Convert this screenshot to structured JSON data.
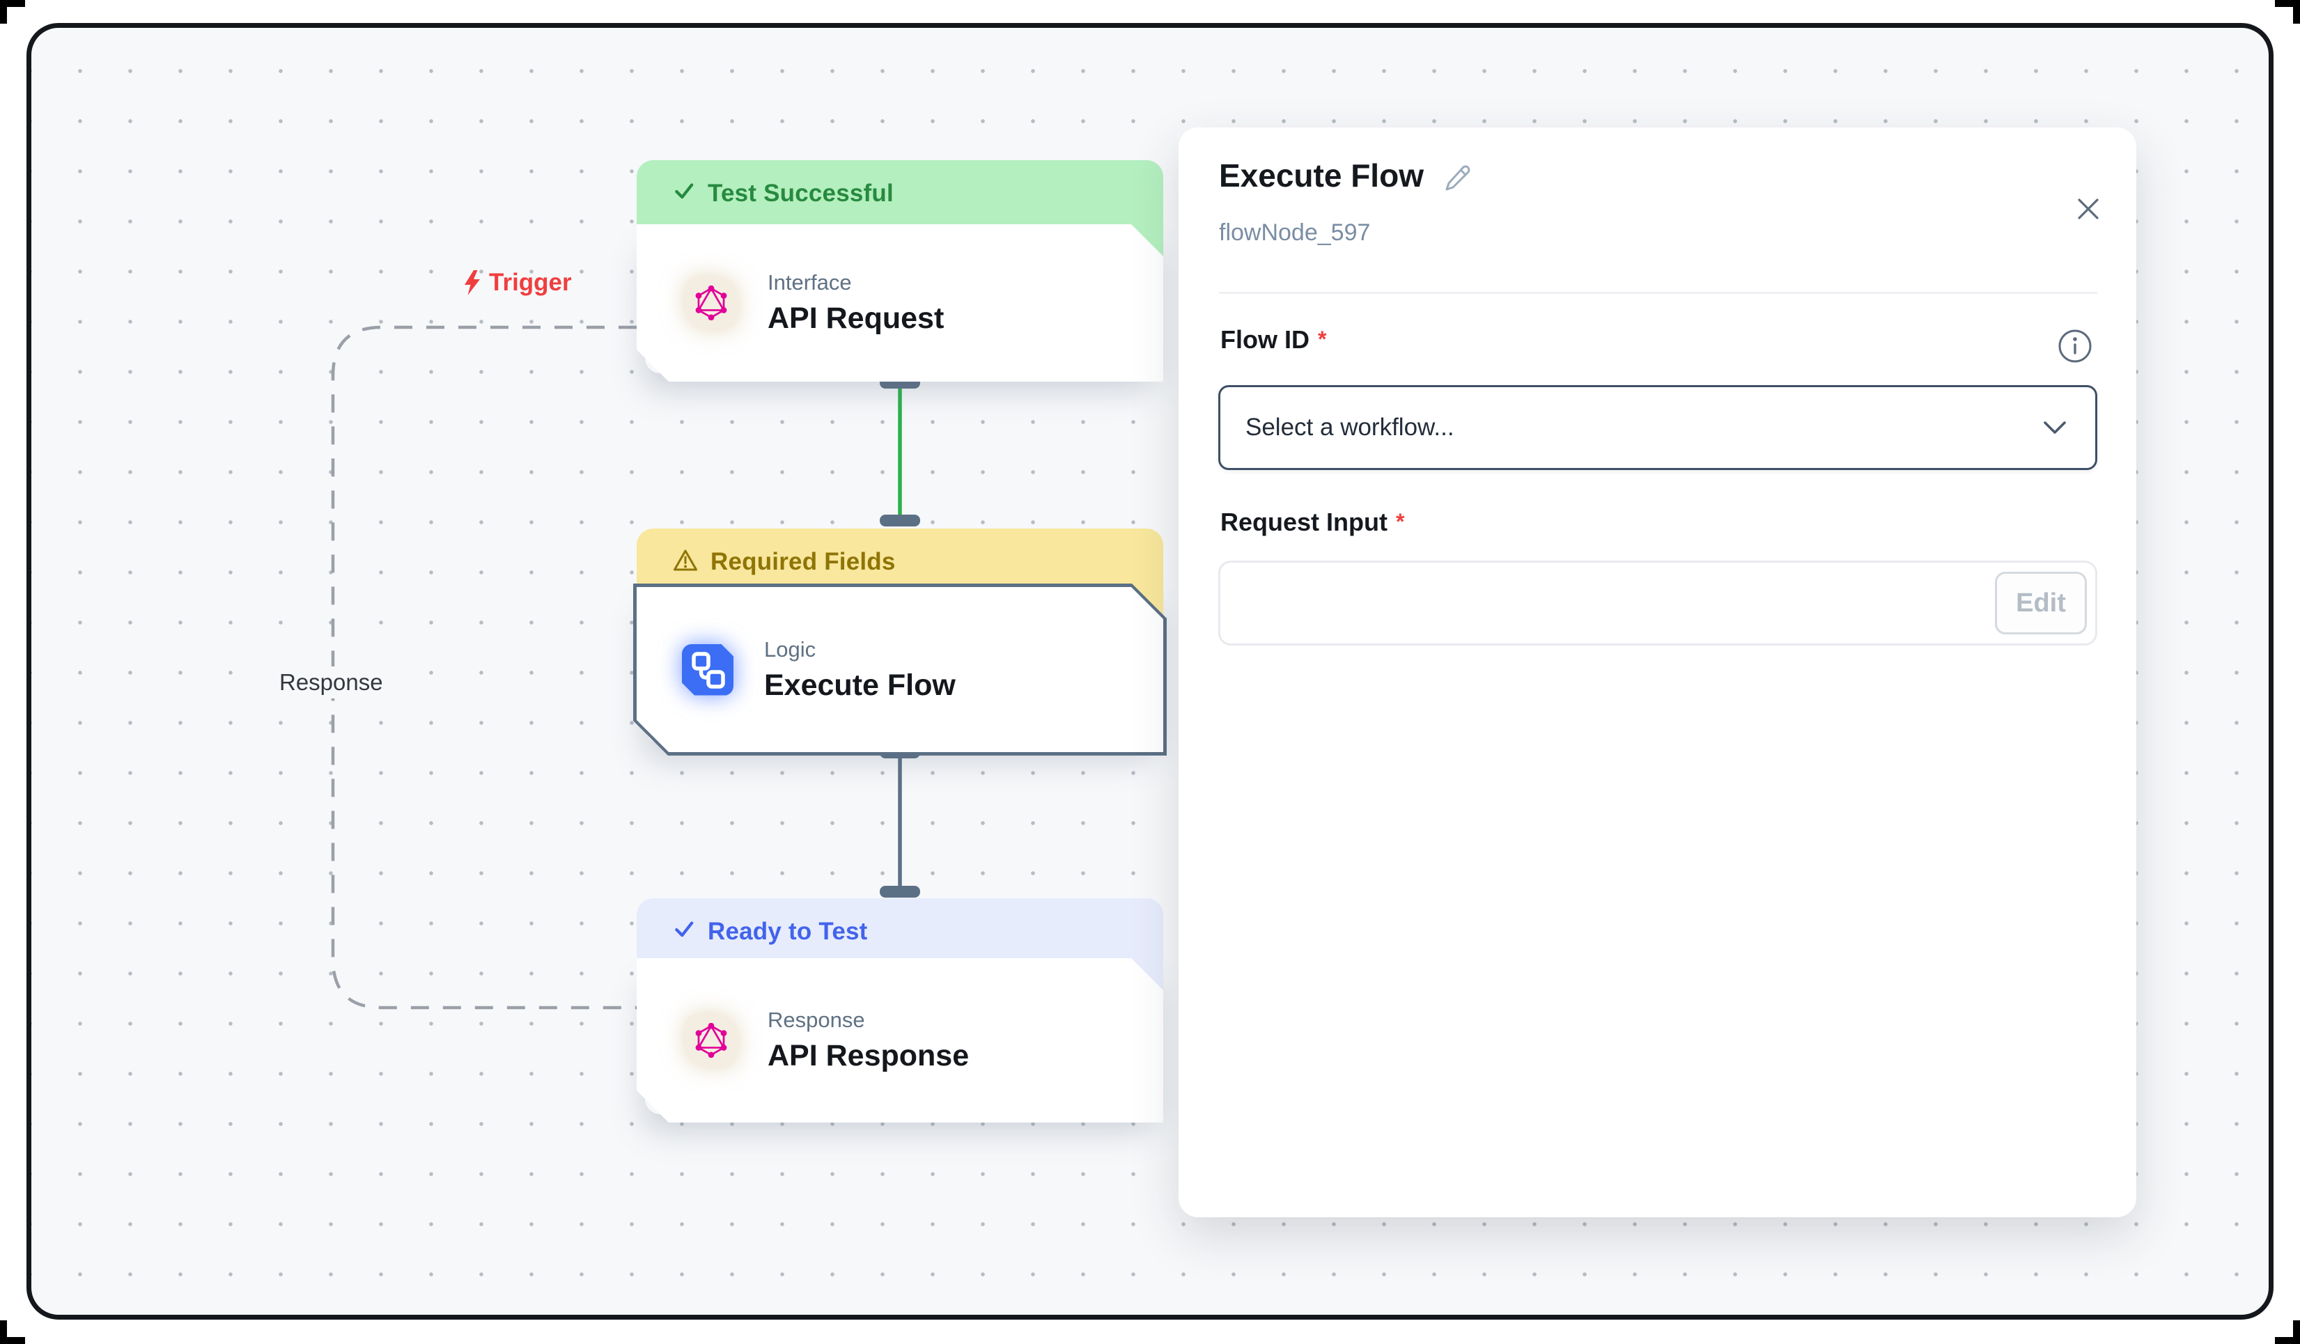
{
  "canvas": {
    "trigger_label": "Trigger",
    "loop_label": "Response",
    "nodes": [
      {
        "status": "Test Successful",
        "category": "Interface",
        "title": "API Request"
      },
      {
        "status": "Required Fields",
        "category": "Logic",
        "title": "Execute Flow"
      },
      {
        "status": "Ready to Test",
        "category": "Response",
        "title": "API Response"
      }
    ]
  },
  "panel": {
    "title": "Execute Flow",
    "node_id": "flowNode_597",
    "flow_id": {
      "label": "Flow ID",
      "required_mark": "*",
      "placeholder": "Select a workflow..."
    },
    "request_input": {
      "label": "Request Input",
      "required_mark": "*",
      "edit_label": "Edit"
    }
  },
  "colors": {
    "status_success_bg": "#b4efbf",
    "status_success_text": "#278a3f",
    "status_warning_bg": "#f8e79c",
    "status_warning_text": "#8f7406",
    "status_info_bg": "#e7ecfc",
    "status_info_text": "#4263eb",
    "edge_success": "#2ab14c",
    "edge_neutral": "#5c7085",
    "loop_dash": "#9aa0a8",
    "trigger_red": "#f03e3e",
    "brand_pink": "#e10098",
    "logic_blue": "#3b6ef5",
    "selected_border": "#5c7085",
    "canvas_bg": "#f7f8fa"
  },
  "icons": {
    "node_api_request": "graphql-icon",
    "node_execute_flow": "workflow-icon",
    "node_api_response": "graphql-icon"
  }
}
